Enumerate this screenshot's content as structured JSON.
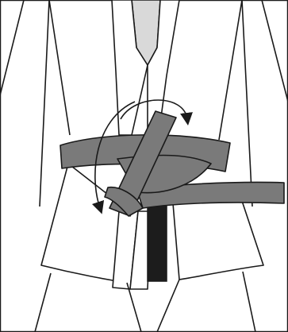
{
  "illustration": {
    "subject": "belt-knot-tying-step",
    "colors": {
      "background": "#ffffff",
      "outline": "#1a1a1a",
      "gi": "#ffffff",
      "undershirt": "#d9d9d9",
      "belt": "#7a7a7a",
      "belt_end_dark": "#1c1c1c"
    },
    "icons": [
      "gi-jacket",
      "belt",
      "motion-arrow"
    ]
  }
}
